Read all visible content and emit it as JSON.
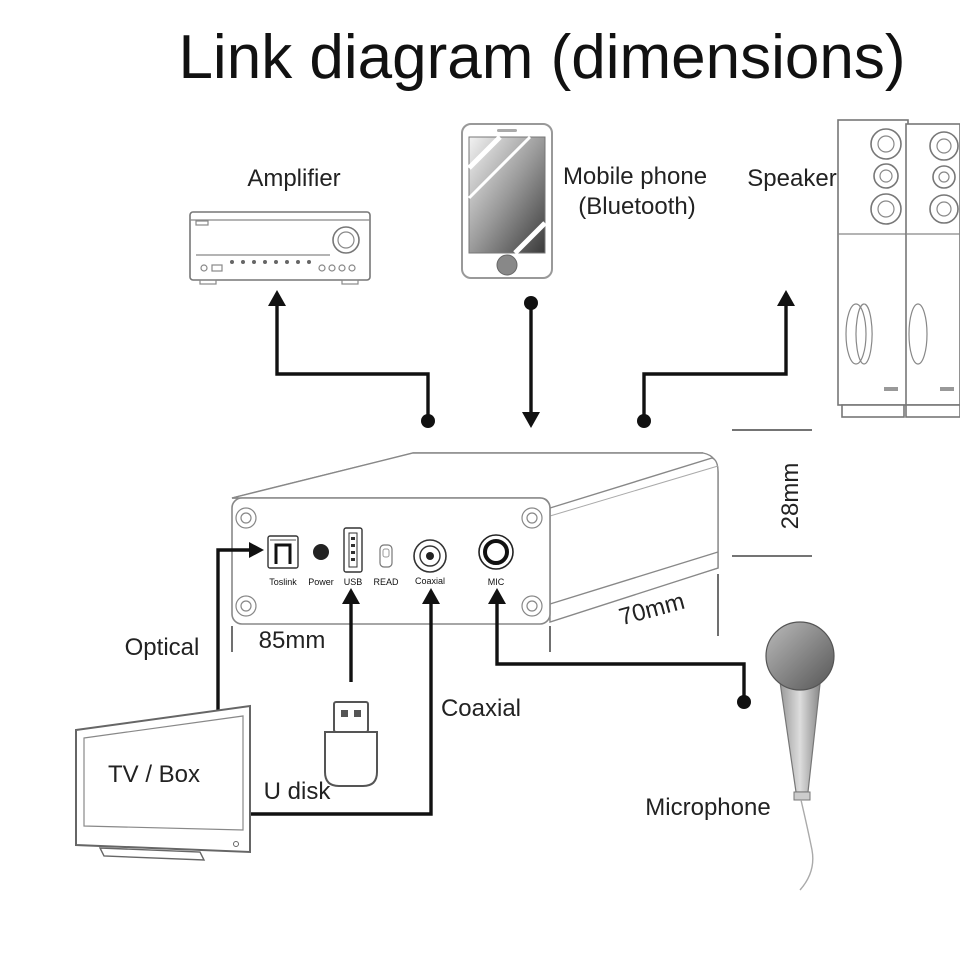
{
  "title": "Link diagram (dimensions)",
  "devices": {
    "amplifier": "Amplifier",
    "mobile_phone": "Mobile phone",
    "mobile_phone_sub": "(Bluetooth)",
    "speaker": "Speaker",
    "tv_box": "TV / Box",
    "u_disk": "U disk",
    "microphone": "Microphone"
  },
  "connections": {
    "optical": "Optical",
    "coaxial": "Coaxial"
  },
  "dimensions": {
    "width": "85mm",
    "depth": "70mm",
    "height": "28mm"
  },
  "ports": [
    "Toslink",
    "Power",
    "USB",
    "READ",
    "Coaxial",
    "MIC"
  ]
}
